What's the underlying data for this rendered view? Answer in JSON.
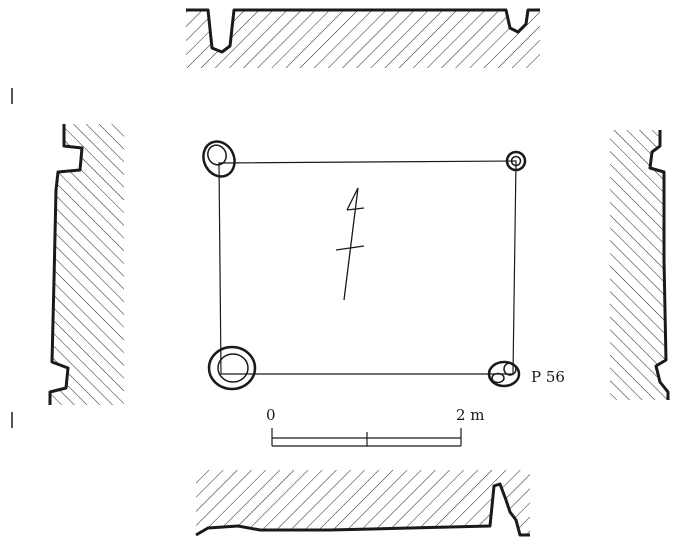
{
  "figure": {
    "type": "archaeological pillar-building plan with section profiles",
    "stroke_color": "#1a1a1a",
    "hatch_color": "#222222",
    "background": "#ffffff"
  },
  "labels": {
    "pit_label": "P 56",
    "scale_start": "0",
    "scale_end": "2 m"
  },
  "north_arrow": {
    "present": true,
    "symbol": "north-arrow-icon"
  }
}
